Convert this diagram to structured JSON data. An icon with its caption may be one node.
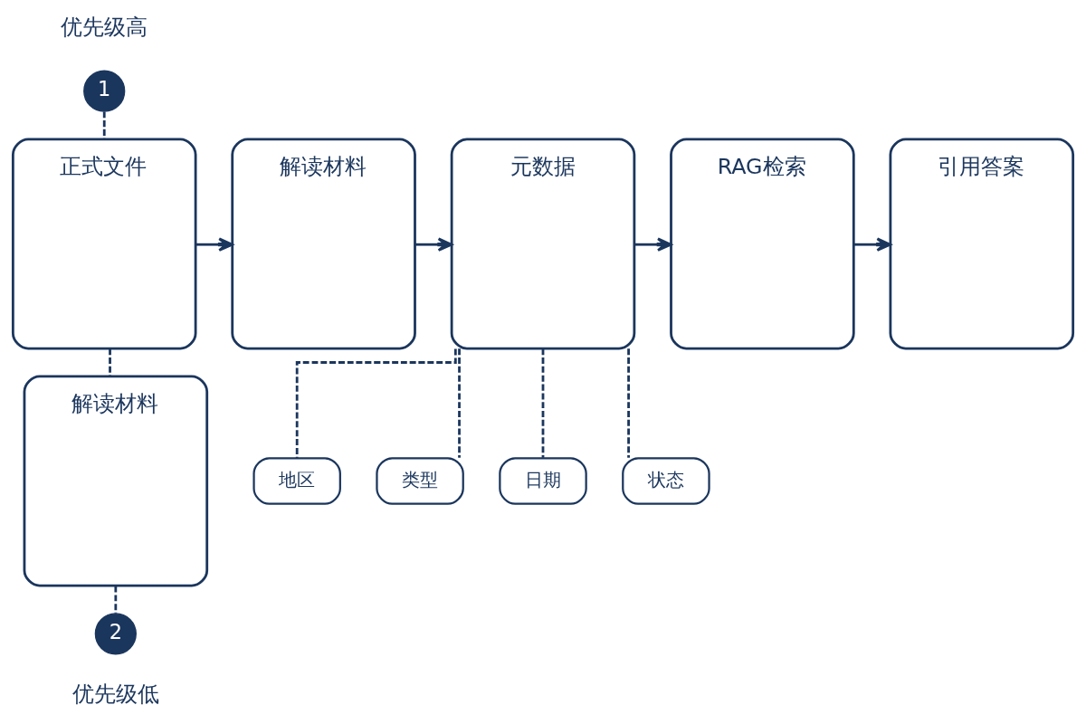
{
  "diagram": {
    "nodes": [
      {
        "text": [
          "1"
        ],
        "beside": [
          "优先级高"
        ]
      },
      {
        "text": [
          "正式文件"
        ]
      },
      {
        "text": [
          "解读材料"
        ]
      },
      {
        "text": [
          "2"
        ],
        "beside": [
          "优先级低"
        ]
      },
      {
        "text": [
          "解读材料"
        ]
      },
      {
        "text": [
          "元数据"
        ]
      },
      {
        "text": [
          "RAG检索"
        ]
      },
      {
        "text": [
          "引用答案"
        ]
      },
      {
        "text": [
          "地区"
        ]
      },
      {
        "text": [
          "类型"
        ]
      },
      {
        "text": [
          "日期"
        ]
      },
      {
        "text": [
          "状态"
        ]
      }
    ],
    "edges": [
      {
        "from": 0,
        "to": 1,
        "arrow": "none",
        "style": "dashed"
      },
      {
        "from": 1,
        "to": 2,
        "arrow": "none",
        "style": "dashed"
      },
      {
        "from": 2,
        "to": 3,
        "arrow": "none",
        "style": "dashed"
      },
      {
        "from": 1,
        "to": 4,
        "arrow": "to"
      },
      {
        "from": 4,
        "to": 5,
        "arrow": "to"
      },
      {
        "from": 5,
        "to": 6,
        "arrow": "to"
      },
      {
        "from": 6,
        "to": 7,
        "arrow": "to"
      },
      {
        "from": 5,
        "to": 8,
        "arrow": "none",
        "style": "dashed"
      },
      {
        "from": 5,
        "to": 9,
        "arrow": "none",
        "style": "dashed"
      },
      {
        "from": 5,
        "to": 10,
        "arrow": "none",
        "style": "dashed"
      },
      {
        "from": 5,
        "to": 11,
        "arrow": "none",
        "style": "dashed"
      }
    ]
  }
}
